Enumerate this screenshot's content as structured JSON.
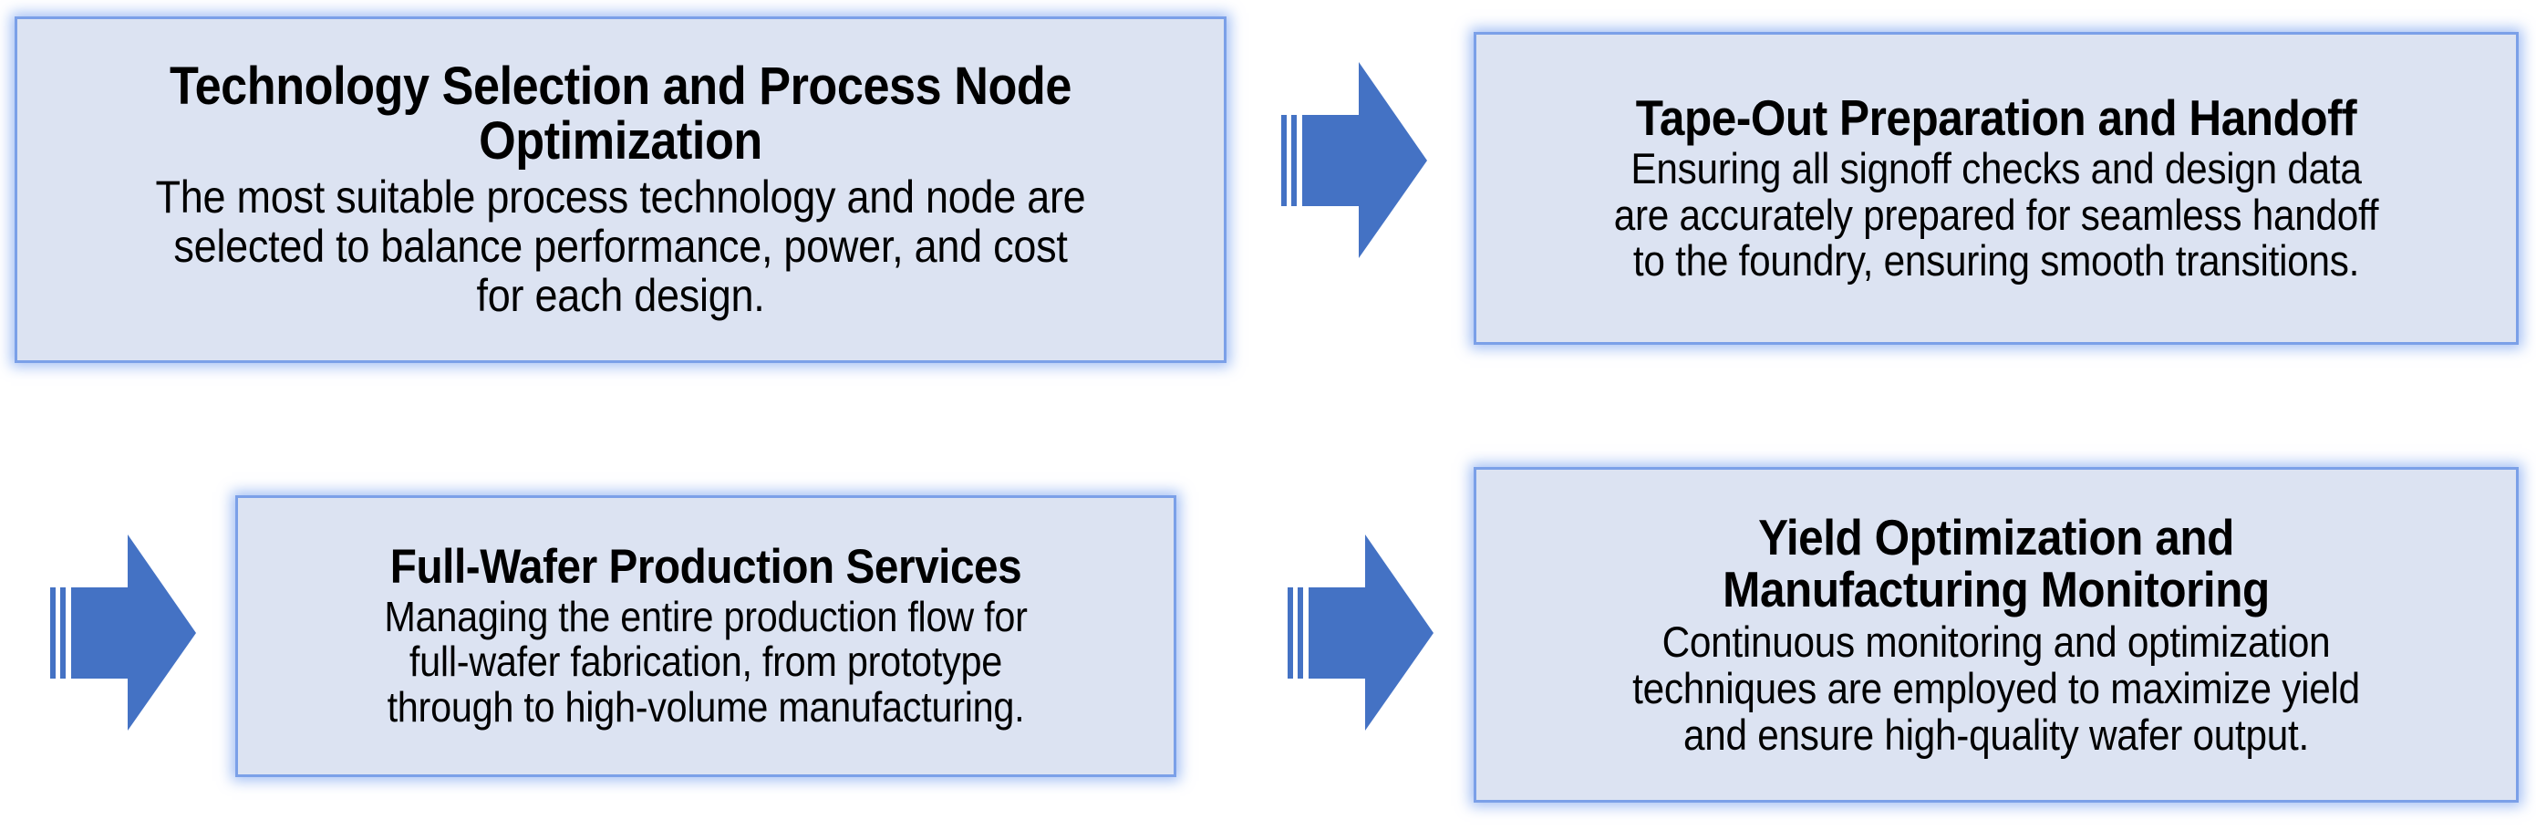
{
  "diagram": {
    "type": "process-flow",
    "direction": "left-to-right, wrapping to second row",
    "colors": {
      "box_fill": "#DCE3F2",
      "box_border": "#7BA0E8",
      "arrow_fill": "#4472C4",
      "text": "#000000",
      "background": "#FFFFFF"
    },
    "steps": [
      {
        "id": "step-1",
        "title": "Technology Selection and Process Node\nOptimization",
        "description": "The most suitable process technology and node are\nselected to balance performance, power, and cost\nfor each design."
      },
      {
        "id": "step-2",
        "title": "Tape-Out Preparation and Handoff",
        "description": "Ensuring all signoff checks and design data\nare accurately prepared for seamless handoff\nto the foundry, ensuring smooth transitions."
      },
      {
        "id": "step-3",
        "title": "Full-Wafer Production Services",
        "description": "Managing the entire production flow for\nfull-wafer fabrication, from prototype\nthrough to high-volume manufacturing."
      },
      {
        "id": "step-4",
        "title": "Yield Optimization and\nManufacturing Monitoring",
        "description": "Continuous monitoring and optimization\ntechniques are employed to maximize yield\nand ensure high-quality wafer output."
      }
    ],
    "connectors": [
      {
        "id": "connector-1",
        "icon": "right-arrow-icon",
        "from": "step-1",
        "to": "step-2"
      },
      {
        "id": "connector-2",
        "icon": "right-arrow-icon",
        "from": "step-2",
        "to": "step-3"
      },
      {
        "id": "connector-3",
        "icon": "right-arrow-icon",
        "from": "step-3",
        "to": "step-4"
      }
    ]
  }
}
